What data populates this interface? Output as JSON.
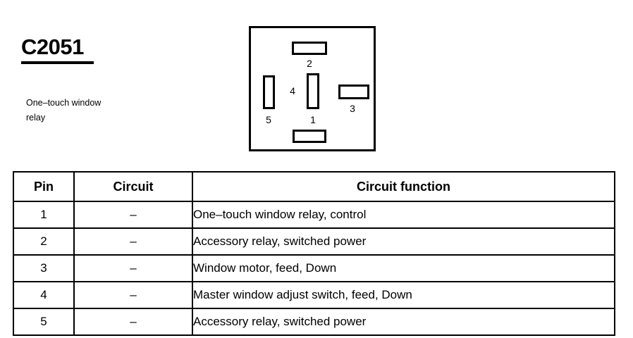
{
  "connector": {
    "id": "C2051",
    "description_line1": "One–touch window",
    "description_line2": "relay"
  },
  "diagram": {
    "pin_labels": {
      "p1": "1",
      "p2": "2",
      "p3": "3",
      "p4": "4",
      "p5": "5"
    }
  },
  "table": {
    "headers": {
      "pin": "Pin",
      "circuit": "Circuit",
      "function": "Circuit function"
    },
    "rows": [
      {
        "pin": "1",
        "circuit": "–",
        "function": "One–touch window relay, control"
      },
      {
        "pin": "2",
        "circuit": "–",
        "function": "Accessory relay, switched power"
      },
      {
        "pin": "3",
        "circuit": "–",
        "function": "Window motor, feed, Down"
      },
      {
        "pin": "4",
        "circuit": "–",
        "function": "Master window adjust switch, feed, Down"
      },
      {
        "pin": "5",
        "circuit": "–",
        "function": "Accessory relay, switched power"
      }
    ]
  }
}
